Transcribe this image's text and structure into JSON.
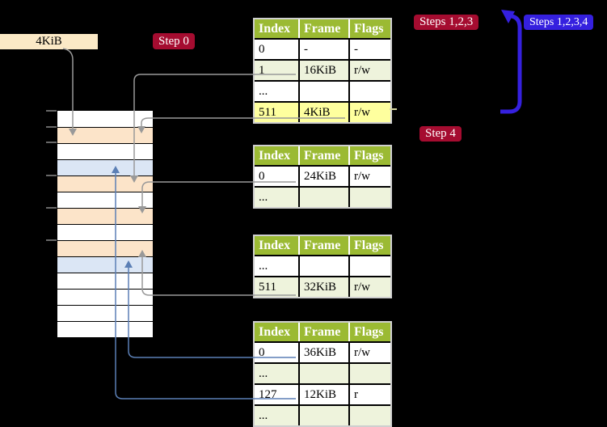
{
  "colors": {
    "background": "#000000",
    "table_header_green": "#9bba33",
    "table_row_green": "#eef3dc",
    "table_row_white": "#ffffff",
    "highlight_yellow": "#feff9e",
    "frame_label_bg": "#fbe9c6",
    "page_table_frame_peach": "#fce4c9",
    "mapped_page_frame_blue": "#dbe6f5",
    "badge_crimson": "#a50c30",
    "badge_blue": "#3520df",
    "arrow_gray": "#999999",
    "arrow_steel_blue": "#5b7fb5"
  },
  "frame_label": {
    "text": "4KiB"
  },
  "badges": {
    "step0": {
      "label": "Step 0"
    },
    "steps123": {
      "label": "Steps 1,2,3"
    },
    "steps1234": {
      "label": "Steps 1,2,3,4"
    },
    "step4": {
      "label": "Step 4"
    }
  },
  "memory_strip": {
    "rows": [
      "free",
      "page-table",
      "free",
      "mapped-page",
      "page-table",
      "free",
      "page-table",
      "free",
      "page-table",
      "mapped-page",
      "free",
      "free",
      "free",
      "free"
    ]
  },
  "tables": [
    {
      "name": "table-at-4kib",
      "headers": [
        "Index",
        "Frame",
        "Flags"
      ],
      "rows": [
        {
          "cells": [
            "0",
            "-",
            "-"
          ],
          "shade": "white"
        },
        {
          "cells": [
            "1",
            "16KiB",
            "r/w"
          ],
          "shade": "green"
        },
        {
          "cells": [
            "...",
            "",
            ""
          ],
          "shade": "white"
        },
        {
          "cells": [
            "511",
            "4KiB",
            "r/w"
          ],
          "shade": "highlight"
        }
      ]
    },
    {
      "name": "table-at-16kib",
      "headers": [
        "Index",
        "Frame",
        "Flags"
      ],
      "rows": [
        {
          "cells": [
            "0",
            "24KiB",
            "r/w"
          ],
          "shade": "white"
        },
        {
          "cells": [
            "...",
            "",
            ""
          ],
          "shade": "green"
        }
      ]
    },
    {
      "name": "table-at-24kib",
      "headers": [
        "Index",
        "Frame",
        "Flags"
      ],
      "rows": [
        {
          "cells": [
            "...",
            "",
            ""
          ],
          "shade": "white"
        },
        {
          "cells": [
            "511",
            "32KiB",
            "r/w"
          ],
          "shade": "green"
        }
      ]
    },
    {
      "name": "table-at-32kib",
      "headers": [
        "Index",
        "Frame",
        "Flags"
      ],
      "rows": [
        {
          "cells": [
            "0",
            "36KiB",
            "r/w"
          ],
          "shade": "white"
        },
        {
          "cells": [
            "...",
            "",
            ""
          ],
          "shade": "green"
        },
        {
          "cells": [
            "127",
            "12KiB",
            "r"
          ],
          "shade": "white"
        },
        {
          "cells": [
            "...",
            "",
            ""
          ],
          "shade": "green"
        }
      ]
    }
  ],
  "pointers": [
    {
      "from": "4KiB label",
      "to": "memory frame 4KiB",
      "style": "gray"
    },
    {
      "from": "table-at-4kib entry 1 (16KiB)",
      "to": "memory frame 16KiB",
      "style": "gray"
    },
    {
      "from": "table-at-4kib entry 511 (4KiB)",
      "to": "memory frame 4KiB (itself)",
      "style": "gray"
    },
    {
      "from": "table-at-16kib entry 0 (24KiB)",
      "to": "memory frame 24KiB",
      "style": "gray"
    },
    {
      "from": "table-at-24kib entry 511 (32KiB)",
      "to": "memory frame 32KiB",
      "style": "gray"
    },
    {
      "from": "table-at-32kib entry 0 (36KiB)",
      "to": "memory frame 36KiB",
      "style": "blue"
    },
    {
      "from": "table-at-32kib entry 127 (12KiB)",
      "to": "memory frame 12KiB",
      "style": "blue"
    },
    {
      "from": "table-at-4kib entry 511",
      "to": "table-at-4kib (recursive loop)",
      "style": "blue-thick"
    }
  ]
}
